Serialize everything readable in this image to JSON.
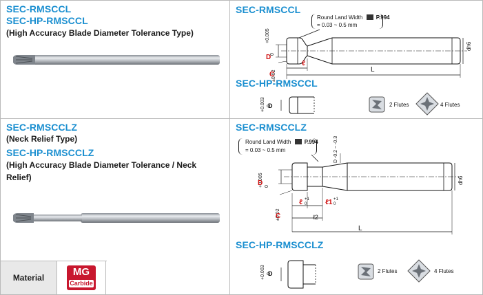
{
  "section1": {
    "titles": [
      "SEC-RMSCCL",
      "SEC-HP-RMSCCL"
    ],
    "subtitle": "(High Accuracy Blade Diameter Tolerance Type)",
    "diagram_title": "SEC-RMSCCL",
    "diagram2_title": "SEC-HP-RMSCCL",
    "round_land_label": "Round Land Width",
    "round_land_page": "P.994",
    "round_land_range": "= 0.03 ~ 0.5 mm",
    "dim_D": "D",
    "dim_D_tol_top": "+0.005",
    "dim_D_tol_bottom": "0",
    "dim_C": "C",
    "dim_C_tol": "±0.02",
    "dim_l": "ℓ",
    "dim_L": "L",
    "dim_dh6": "dh6",
    "hp_D_tol_top": "+0.003",
    "hp_D_tol_bottom": "0",
    "hp_D": "D",
    "flutes2": "2 Flutes",
    "flutes4": "4 Flutes"
  },
  "section2": {
    "title1": "SEC-RMSCCLZ",
    "subtitle1": "(Neck Relief Type)",
    "title2": "SEC-HP-RMSCCLZ",
    "subtitle2_line1": "(High Accuracy Blade Diameter Tolerance / Neck",
    "subtitle2_line2": "Relief)",
    "diagram_title": "SEC-RMSCCLZ",
    "diagram2_title": "SEC-HP-RMSCCLZ",
    "round_land_label": "Round Land Width",
    "round_land_page": "P.994",
    "round_land_range": "= 0.03 ~ 0.5 mm",
    "dim_D1": "D",
    "dim_D1_tol": "-0.2 ~ -0.3",
    "dim_D": "D",
    "dim_D_tol_top": "+0.005",
    "dim_D_tol_bottom": "0",
    "dim_C": "C",
    "dim_C_tol": "±0.02",
    "dim_l": "ℓ",
    "dim_l_tol_top": "+1",
    "dim_l_tol_bottom": "0",
    "dim_l1": "ℓ1",
    "dim_l1_tol_top": "+1",
    "dim_l1_tol_bottom": "0",
    "dim_l2": "ℓ2",
    "dim_L": "L",
    "dim_dh6": "dh6",
    "hp_D": "D",
    "hp_D_tol_top": "+0.003",
    "hp_D_tol_bottom": "0",
    "flutes2": "2 Flutes",
    "flutes4": "4 Flutes"
  },
  "material": {
    "label": "Material",
    "badge_top": "MG",
    "badge_bottom": "Carbide"
  },
  "colors": {
    "title_blue": "#1b8fd0",
    "badge_red": "#c8172e",
    "border": "#b9b9b9",
    "material_bg": "#e9e9e9"
  }
}
